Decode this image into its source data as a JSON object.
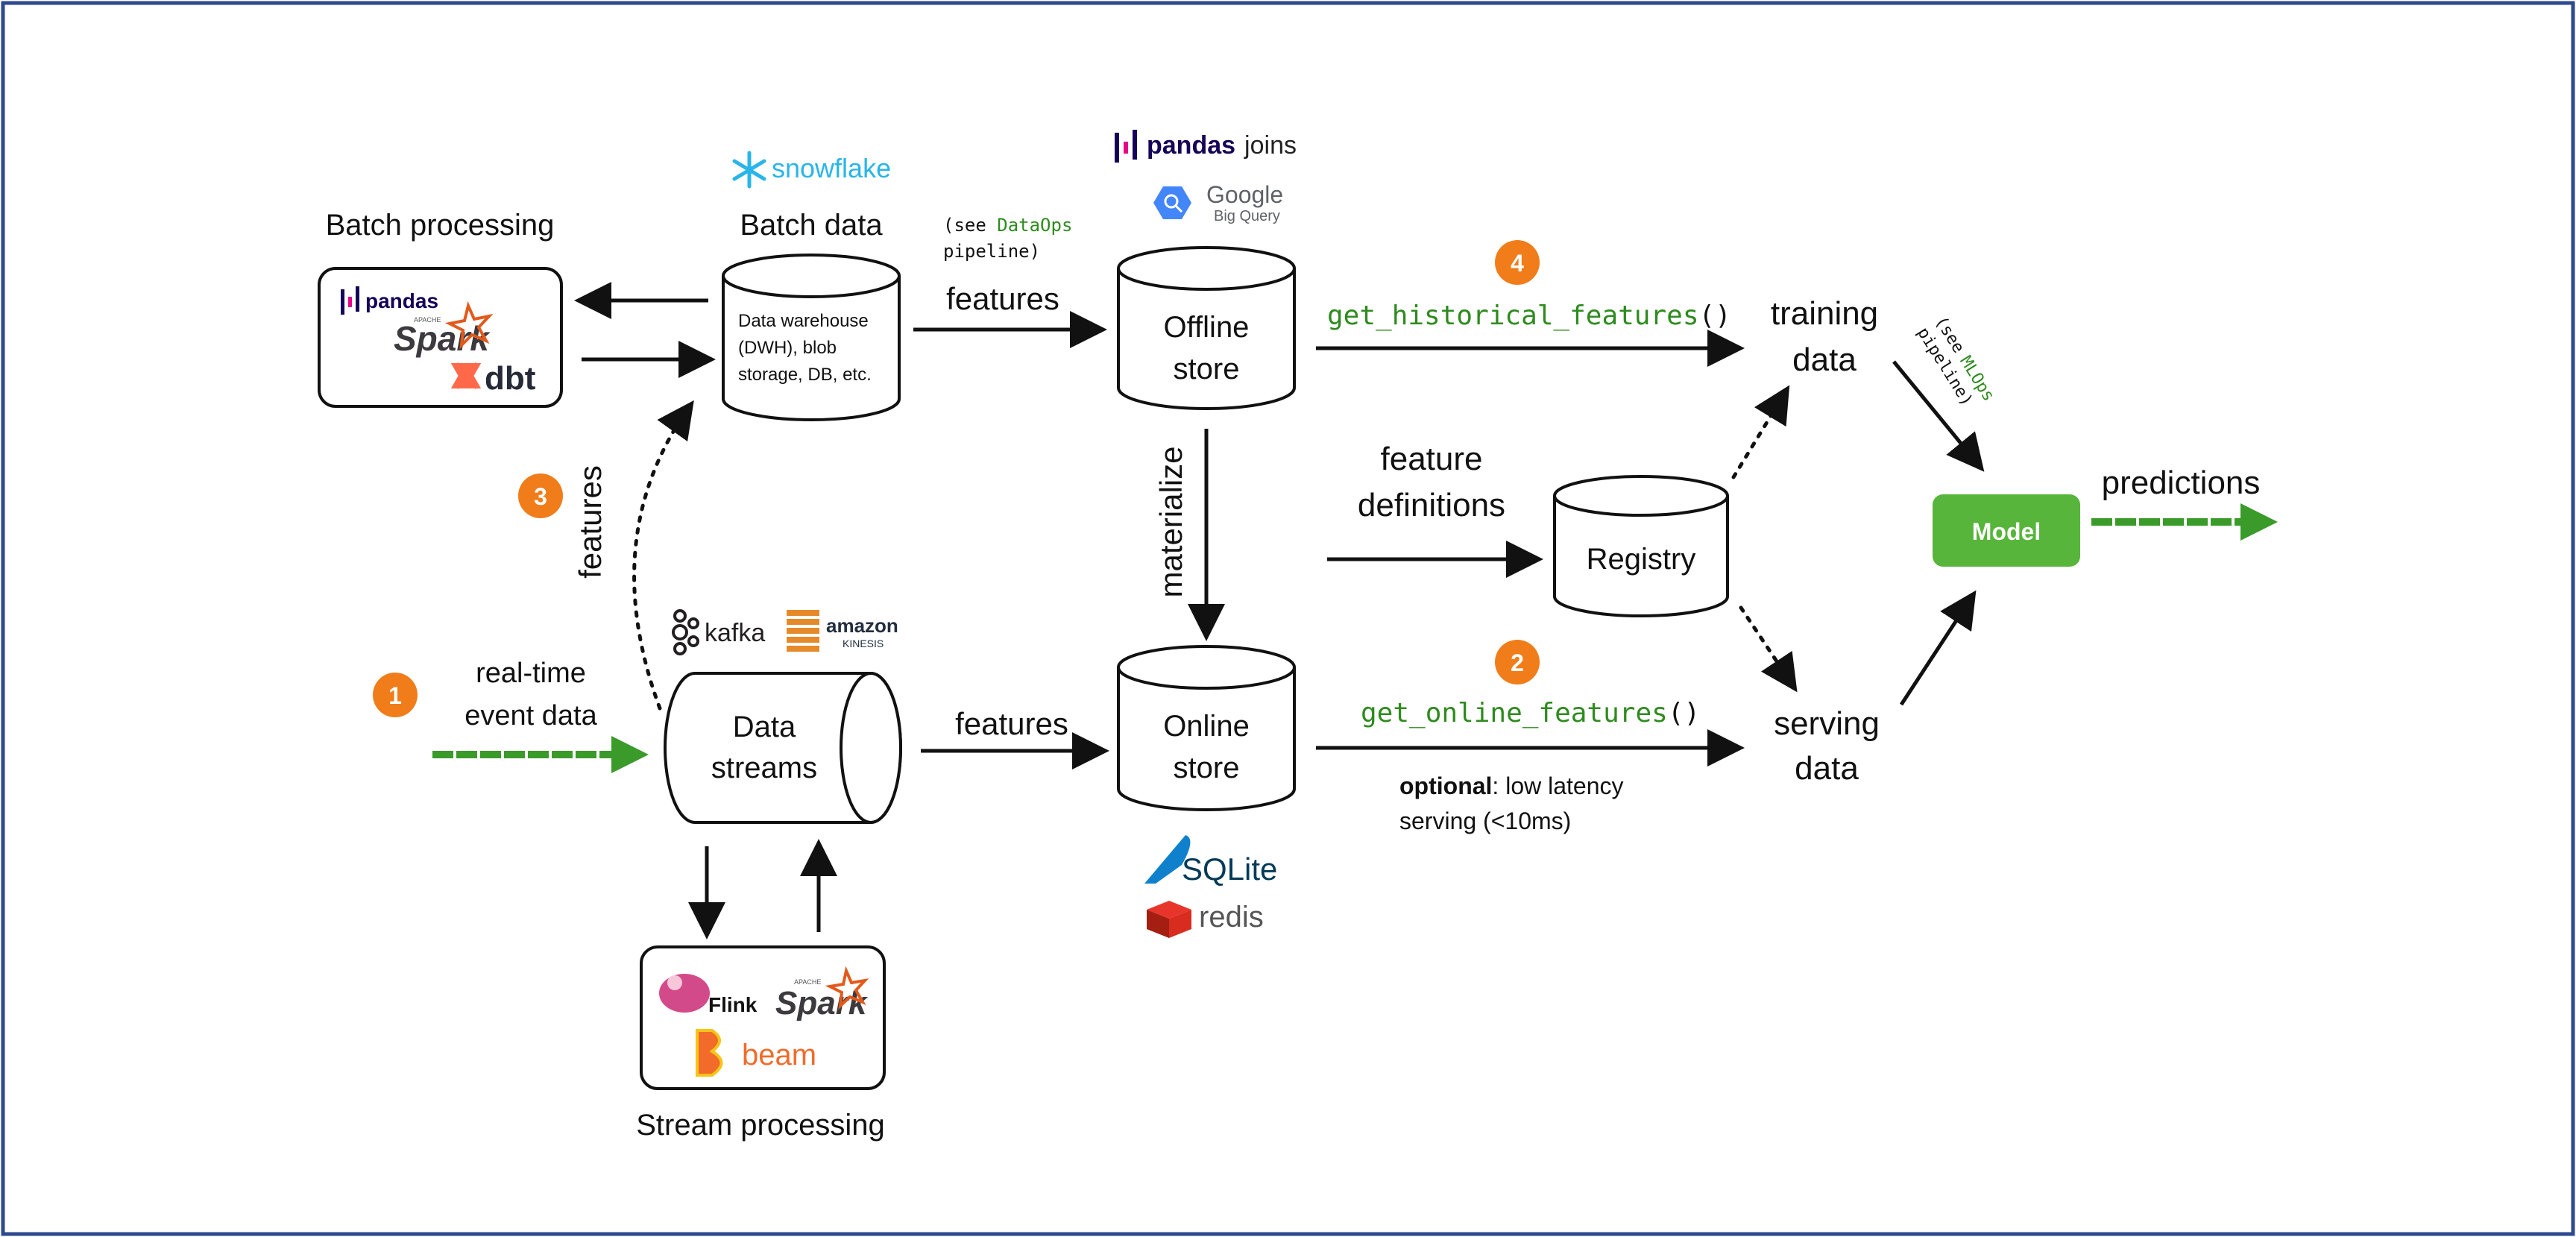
{
  "colors": {
    "frame": "#2e4a8f",
    "ink": "#111111",
    "code_green": "#2e8b1e",
    "arrow_green": "#3a9a2a",
    "badge_orange": "#f07d1a",
    "model_green": "#56b53a",
    "pandas_purple": "#150458",
    "spark_orange": "#e25a1c",
    "dbt_orange": "#ff694a",
    "snowflake_blue": "#29b5e8",
    "bigquery_blue": "#4386fa",
    "kinesis_orange": "#e58a2b",
    "flink_pink": "#d34a8a",
    "beam_orange": "#f26b2a",
    "sqlite_blue": "#0f80cc",
    "redis_red": "#d82c20"
  },
  "labels": {
    "batch_processing": "Batch processing",
    "batch_data": "Batch data",
    "stream_processing": "Stream processing",
    "dataops_see": "(see ",
    "dataops_link": "DataOps",
    "dataops_pipeline": "pipeline)",
    "features_top": "features",
    "features_mid": "features",
    "features_vertical": "features",
    "materialize": "materialize",
    "feature_definitions_line1": "feature",
    "feature_definitions_line2": "definitions",
    "training_line1": "training",
    "training_line2": "data",
    "serving_line1": "serving",
    "serving_line2": "data",
    "predictions": "predictions",
    "realtime_line1": "real-time",
    "realtime_line2": "event data",
    "mlops_see": "(see",
    "mlops_link": "MLOps",
    "mlops_pipeline": "pipeline)",
    "optional_bold": "optional",
    "optional_rest": ": low latency",
    "optional_line2": "serving (<10ms)"
  },
  "code": {
    "get_historical_name": "get_historical_features",
    "get_historical_parens": "()",
    "get_online_name": "get_online_features",
    "get_online_parens": "()"
  },
  "nodes": {
    "batch_data_desc": [
      "Data warehouse",
      "(DWH), blob",
      "storage, DB, etc."
    ],
    "offline_store": [
      "Offline",
      "store"
    ],
    "online_store": [
      "Online",
      "store"
    ],
    "registry": "Registry",
    "data_streams": [
      "Data",
      "streams"
    ],
    "model": "Model"
  },
  "badges": {
    "one": "1",
    "two": "2",
    "three": "3",
    "four": "4"
  },
  "logos": {
    "pandas": "pandas",
    "pandas_joins_brand": "pandas",
    "pandas_joins_suffix": "joins",
    "spark": "Spark",
    "apache_small": "APACHE",
    "dbt": "dbt",
    "snowflake": "snowflake",
    "google": "Google",
    "big_query": "Big Query",
    "kafka": "kafka",
    "amazon": "amazon",
    "kinesis": "KINESIS",
    "flink": "Flink",
    "beam": "beam",
    "sqlite": "SQLite",
    "redis": "redis"
  },
  "icons": [
    "snowflake-icon",
    "pandas-icon",
    "bigquery-icon",
    "kafka-icon",
    "kinesis-icon",
    "dbt-icon",
    "spark-star-icon",
    "flink-squirrel-icon",
    "beam-icon",
    "sqlite-feather-icon",
    "redis-cube-icon"
  ]
}
